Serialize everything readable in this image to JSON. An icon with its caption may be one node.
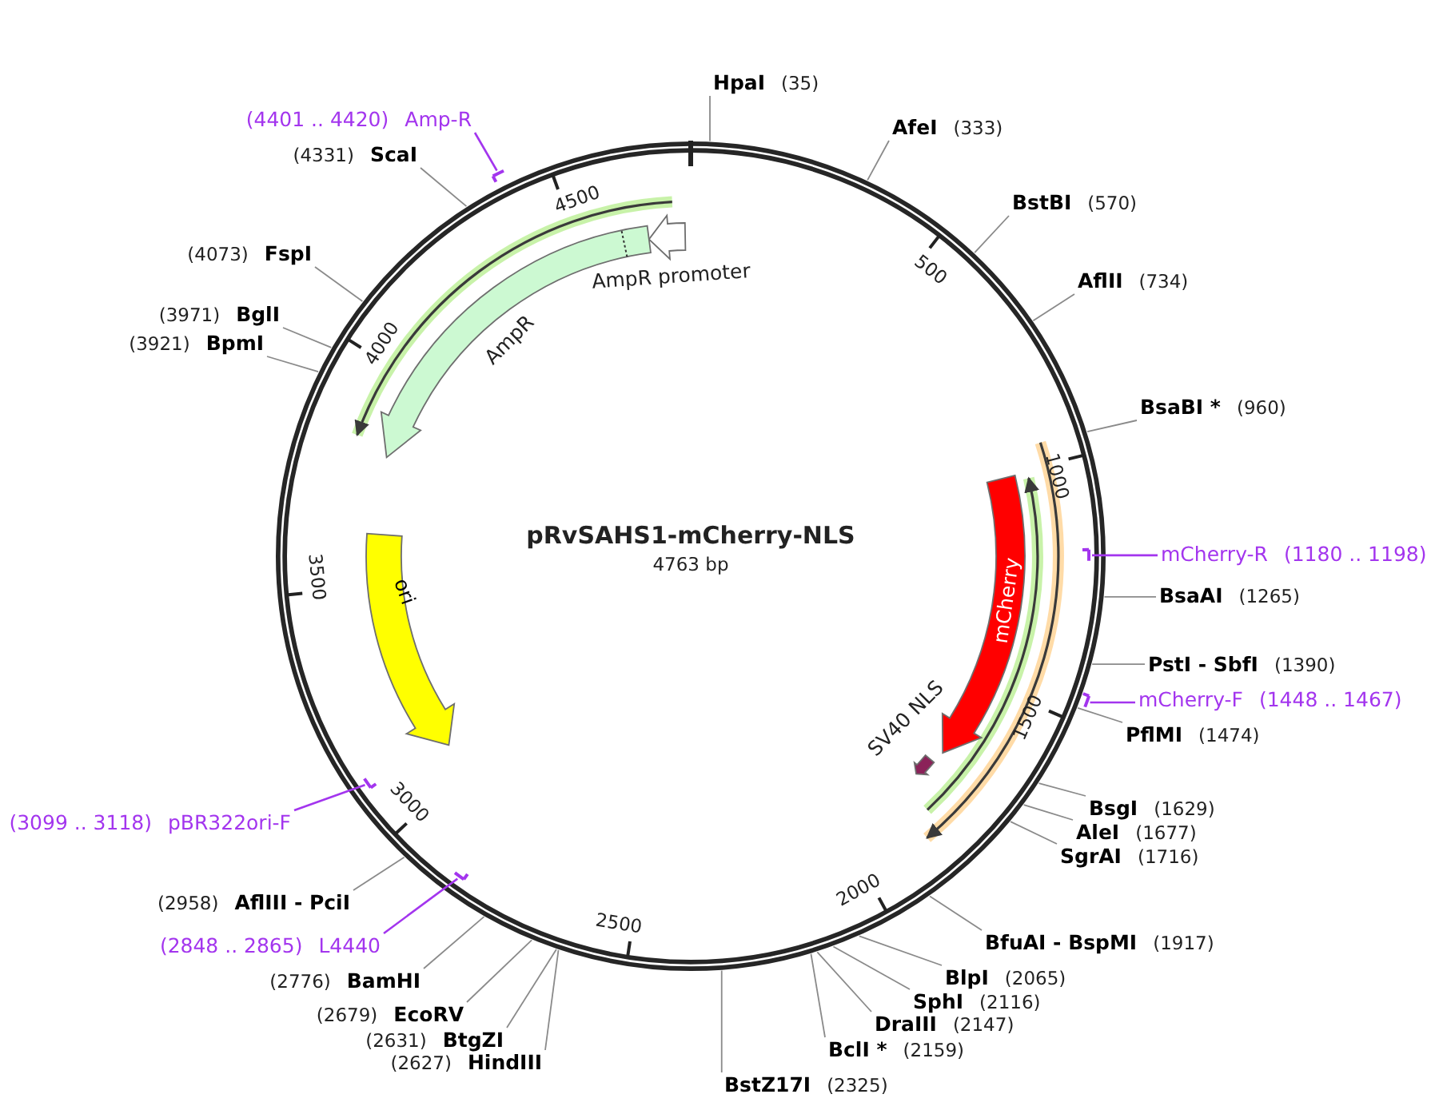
{
  "diagram": {
    "title": "pRvSAHS1-mCherry-NLS",
    "nodes": [
      {
        "text": [],
        "shape": "circle"
      },
      {
        "text": [
          "HpaI",
          "(35)"
        ]
      },
      {
        "text": [
          "AfeI",
          "(333)"
        ]
      },
      {
        "text": [
          "BstBI",
          "(570)"
        ]
      },
      {
        "text": [
          "AflII",
          "(734)"
        ]
      },
      {
        "text": [
          "BsaBI *",
          "(960)"
        ]
      },
      {
        "text": [
          "mCherry-R",
          "(1180 .. 1198)"
        ]
      },
      {
        "text": [
          "BsaAI",
          "(1265)"
        ]
      },
      {
        "text": [
          "PstI - SbfI",
          "(1390)"
        ]
      },
      {
        "text": [
          "mCherry-F",
          "(1448 .. 1467)"
        ]
      },
      {
        "text": [
          "PflMI",
          "(1474)"
        ]
      },
      {
        "text": [
          "BsgI",
          "(1629)"
        ]
      },
      {
        "text": [
          "AleI",
          "(1677)"
        ]
      },
      {
        "text": [
          "SgrAI",
          "(1716)"
        ]
      },
      {
        "text": [
          "BfuAI - BspMI",
          "(1917)"
        ]
      },
      {
        "text": [
          "BlpI",
          "(2065)"
        ]
      },
      {
        "text": [
          "SphI",
          "(2116)"
        ]
      },
      {
        "text": [
          "DraIII",
          "(2147)"
        ]
      },
      {
        "text": [
          "BclI *",
          "(2159)"
        ]
      },
      {
        "text": [
          "BstZ17I",
          "(2325)"
        ]
      },
      {
        "text": [
          "(2627)",
          "HindIII"
        ]
      },
      {
        "text": [
          "(2631)",
          "BtgZI"
        ]
      },
      {
        "text": [
          "(2679)",
          "EcoRV"
        ]
      },
      {
        "text": [
          "(2776)",
          "BamHI"
        ]
      },
      {
        "text": [
          "(2848 .. 2865)",
          "L4440"
        ]
      },
      {
        "text": [
          "(2958)",
          "AflIII - PciI"
        ]
      },
      {
        "text": [
          "(3099 .. 3118)",
          "pBR322ori-F"
        ]
      },
      {
        "text": [
          "(3921)",
          "BpmI"
        ]
      },
      {
        "text": [
          "(3971)",
          "BglI"
        ]
      },
      {
        "text": [
          "(4073)",
          "FspI"
        ]
      },
      {
        "text": [
          "(4331)",
          "ScaI"
        ]
      },
      {
        "text": [
          "(4401 .. 4420)",
          "Amp-R"
        ]
      },
      {
        "text": [
          "AmpR promoter"
        ],
        "in": 0
      },
      {
        "text": [
          "AmpR"
        ],
        "in": 0
      },
      {
        "text": [
          "ori"
        ],
        "in": 0
      },
      {
        "text": [
          "mCherry"
        ],
        "in": 0
      },
      {
        "text": [
          "SV40 NLS"
        ],
        "in": 0
      },
      {
        "text": [],
        "shape": "bar"
      },
      {
        "text": [],
        "shape": "bar",
        "in": 0
      },
      {
        "text": [],
        "shape": "bar"
      },
      {
        "text": [],
        "shape": "bar",
        "in": 0
      },
      {
        "text": [],
        "shape": "bar",
        "in": 0
      }
    ],
    "edges": [
      {
        "from": 1,
        "to": 0,
        "arrow": "none"
      },
      {
        "from": 2,
        "to": 0,
        "arrow": "none"
      },
      {
        "from": 3,
        "to": 0,
        "arrow": "none"
      },
      {
        "from": 4,
        "to": 0,
        "arrow": "none"
      },
      {
        "from": 5,
        "to": 0,
        "arrow": "none"
      },
      {
        "from": 6,
        "to": 38,
        "arrow": "none",
        "color": "#a335ee"
      },
      {
        "from": 7,
        "to": 0,
        "arrow": "none"
      },
      {
        "from": 8,
        "to": 0,
        "arrow": "none"
      },
      {
        "from": 9,
        "to": 39,
        "arrow": "none",
        "color": "#a335ee"
      },
      {
        "from": 10,
        "to": 0,
        "arrow": "none"
      },
      {
        "from": 11,
        "to": 0,
        "arrow": "none"
      },
      {
        "from": 12,
        "to": 0,
        "arrow": "none"
      },
      {
        "from": 13,
        "to": 0,
        "arrow": "none"
      },
      {
        "from": 14,
        "to": 0,
        "arrow": "none"
      },
      {
        "from": 15,
        "to": 0,
        "arrow": "none"
      },
      {
        "from": 16,
        "to": 0,
        "arrow": "none"
      },
      {
        "from": 17,
        "to": 0,
        "arrow": "none"
      },
      {
        "from": 18,
        "to": 0,
        "arrow": "none"
      },
      {
        "from": 19,
        "to": 0,
        "arrow": "none"
      },
      {
        "from": 20,
        "to": 0,
        "arrow": "none"
      },
      {
        "from": 21,
        "to": 0,
        "arrow": "none"
      },
      {
        "from": 22,
        "to": 0,
        "arrow": "none"
      },
      {
        "from": 23,
        "to": 0,
        "arrow": "none"
      },
      {
        "from": 24,
        "to": 40,
        "arrow": "none",
        "color": "#a335ee"
      },
      {
        "from": 25,
        "to": 0,
        "arrow": "none"
      },
      {
        "from": 26,
        "to": 41,
        "arrow": "none",
        "color": "#a335ee"
      },
      {
        "from": 27,
        "to": 0,
        "arrow": "none"
      },
      {
        "from": 28,
        "to": 0,
        "arrow": "none"
      },
      {
        "from": 29,
        "to": 0,
        "arrow": "none"
      },
      {
        "from": 30,
        "to": 0,
        "arrow": "none"
      },
      {
        "from": 31,
        "to": 37,
        "arrow": "none",
        "color": "#a335ee"
      }
    ],
    "labels": [
      "4763 bp",
      "500",
      "1000",
      "1500",
      "2000",
      "2500",
      "3000",
      "3500",
      "4000",
      "4500"
    ]
  }
}
